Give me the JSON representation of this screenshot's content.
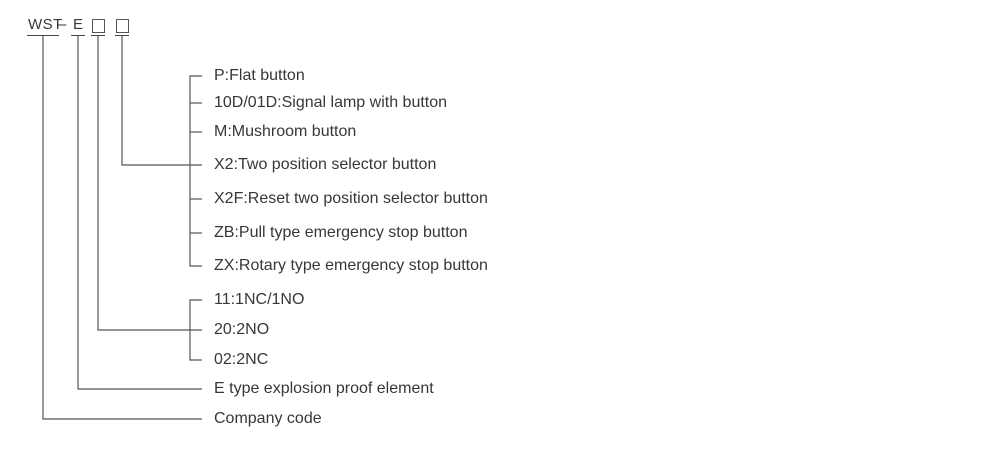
{
  "model_code": {
    "prefix": "WST",
    "dash": "–",
    "element": "E",
    "slot1": "□",
    "slot2": "□"
  },
  "groups": {
    "button_type": {
      "items": [
        {
          "code": "P",
          "label": "P:Flat button"
        },
        {
          "code": "10D/01D",
          "label": "10D/01D:Signal lamp with button"
        },
        {
          "code": "M",
          "label": "M:Mushroom button"
        },
        {
          "code": "X2",
          "label": "X2:Two position selector button"
        },
        {
          "code": "X2F",
          "label": "X2F:Reset two position selector button"
        },
        {
          "code": "ZB",
          "label": "ZB:Pull type emergency stop button"
        },
        {
          "code": "ZX",
          "label": "ZX:Rotary type emergency stop button"
        }
      ]
    },
    "contact_type": {
      "items": [
        {
          "code": "11",
          "label": "11:1NC/1NO"
        },
        {
          "code": "20",
          "label": "20:2NO"
        },
        {
          "code": "02",
          "label": "02:2NC"
        }
      ]
    },
    "element": {
      "label": "E type explosion proof element"
    },
    "company": {
      "label": "Company code"
    }
  },
  "colors": {
    "line": "#555555",
    "text": "#3a3636",
    "background": "#ffffff"
  }
}
